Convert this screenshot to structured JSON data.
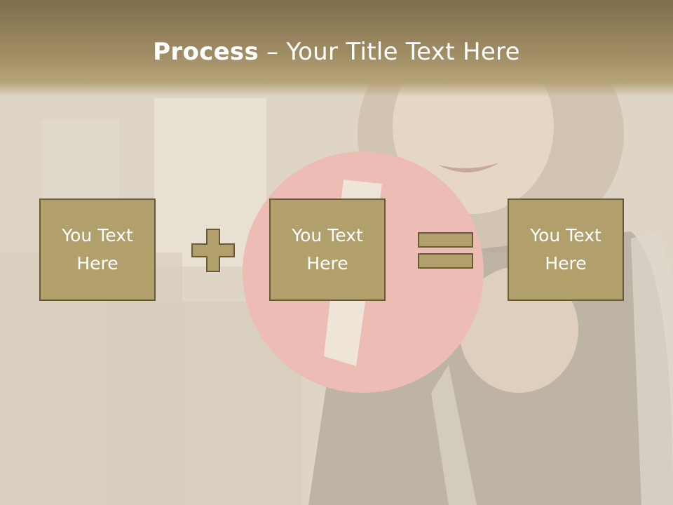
{
  "slide": {
    "title_bold": "Process",
    "title_rest": " – Your Title Text Here"
  },
  "boxes": [
    {
      "label": "You Text Here"
    },
    {
      "label": "You Text Here"
    },
    {
      "label": "You Text Here"
    }
  ],
  "operators": [
    "plus-icon",
    "equals-icon"
  ],
  "colors": {
    "header": "#a08c63",
    "box_fill": "#b19f6c",
    "box_border": "#6a5b38",
    "operator_fill": "#b19f6c",
    "text": "#ffffff"
  }
}
